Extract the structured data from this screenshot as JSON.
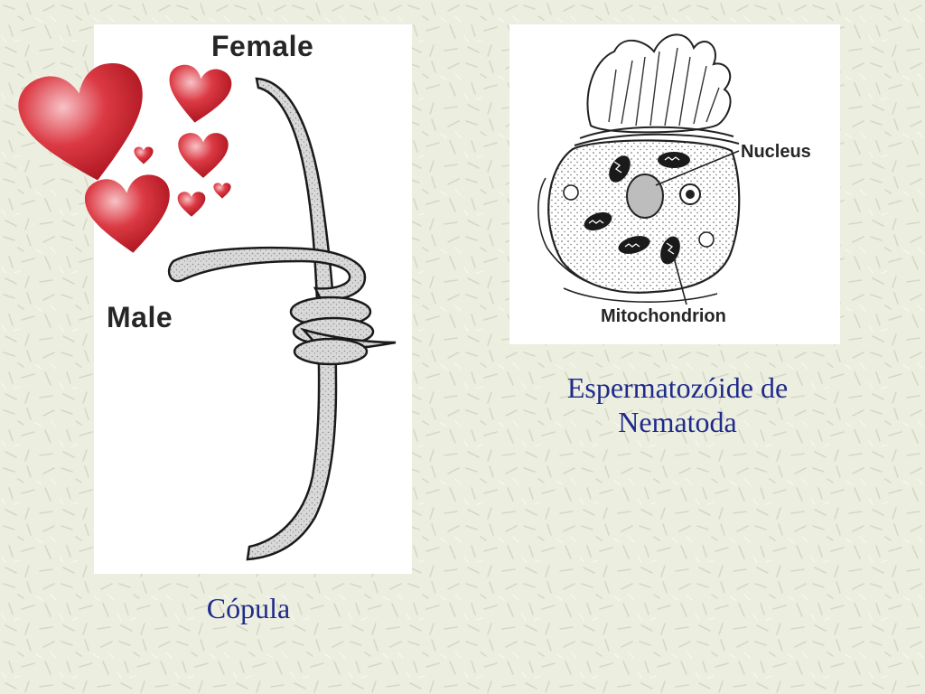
{
  "copula_figure": {
    "female_label": "Female",
    "male_label": "Male",
    "caption": "Cópula"
  },
  "sperm_figure": {
    "nucleus_label": "Nucleus",
    "mitochondrion_label": "Mitochondrion",
    "caption_line1": "Espermatozóide de",
    "caption_line2": "Nematoda"
  },
  "colors": {
    "caption_text": "#1f2a8a",
    "background": "#eceee0",
    "heart": "#d62430"
  }
}
